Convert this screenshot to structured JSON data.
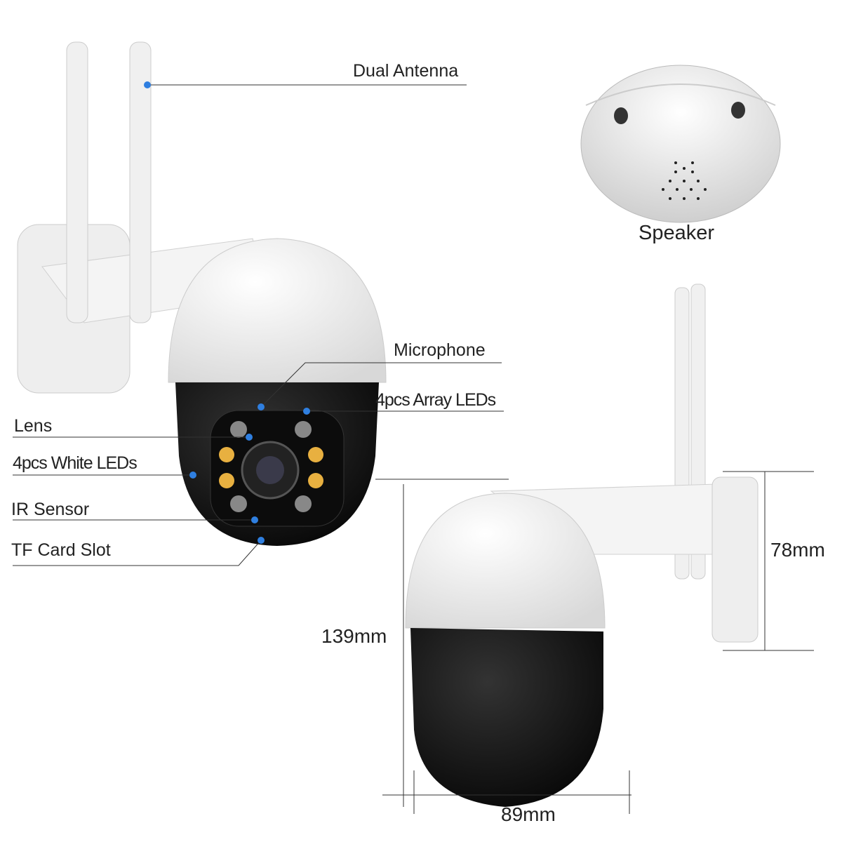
{
  "labels": {
    "dual_antenna": "Dual Antenna",
    "speaker": "Speaker",
    "microphone": "Microphone",
    "array_leds": "4pcs Array LEDs",
    "lens": "Lens",
    "white_leds": "4pcs White LEDs",
    "ir_sensor": "IR Sensor",
    "tf_card_slot": "TF Card Slot"
  },
  "dimensions": {
    "bracket_height": "78mm",
    "total_height": "139mm",
    "width": "89mm"
  },
  "colors": {
    "marker": "#2f7fe0",
    "body_white": "#f2f2f2",
    "body_black": "#141414",
    "white_led": "#e8b040"
  }
}
